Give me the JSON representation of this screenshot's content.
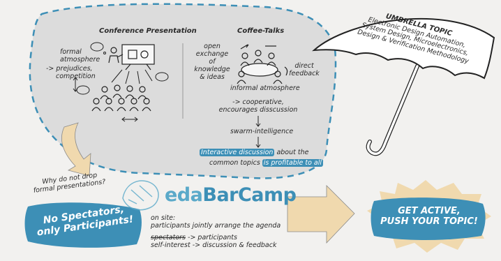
{
  "conference": {
    "title": "Conference Presentation",
    "atmosphere": [
      "formal",
      "atmosphere"
    ],
    "issues": [
      "-> prejudices,",
      "competition"
    ]
  },
  "coffee": {
    "title": "Coffee-Talks",
    "exchange": [
      "open",
      "exchange",
      "of",
      "knowledge",
      "& ideas"
    ],
    "feedback": [
      "direct",
      "feedback"
    ],
    "informal": "informal atmosphere",
    "cooperative": [
      "->   cooperative,",
      "encourages disscussion"
    ],
    "swarm": "swarm-intelligence",
    "interactive_hl": "Interactive discussion",
    "interactive_rest": " about the",
    "common_topics": "common topics ",
    "profitable_hl": "is profitable to all"
  },
  "umbrella": {
    "title": "UMBRELLA TOPIC",
    "lines": [
      "Electronic Design Automation,",
      "System Design, Microelectronics,",
      "Design & Verification Methodology"
    ]
  },
  "question": [
    "Why do not drop",
    "formal presentations?"
  ],
  "no_spectators": [
    "No Spectators,",
    "only Participants!"
  ],
  "brand": {
    "part1": "eda",
    "part2": "BarCamp"
  },
  "onsite": {
    "line1": "on site:",
    "line2": "participants jointly arrange the agenda",
    "struck": "spectators",
    "line3_rest": "  ->  participants",
    "line4": "self-interest  ->  discussion & feedback"
  },
  "get_active": [
    "GET ACTIVE,",
    "PUSH YOUR TOPIC!"
  ],
  "colors": {
    "accent": "#3d8fb6",
    "accent_light": "#5aa9c9",
    "arrow": "#f0d9ae",
    "dashed": "#3d8fb6"
  }
}
